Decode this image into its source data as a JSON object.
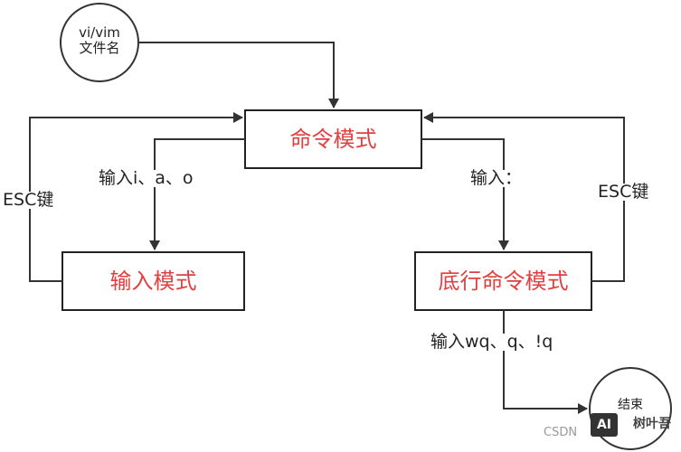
{
  "start": {
    "line1": "vi/vim",
    "line2": "文件名"
  },
  "modes": {
    "command": "命令模式",
    "insert": "输入模式",
    "lastline": "底行命令模式"
  },
  "labels": {
    "to_insert": "输入i、a、o",
    "to_lastline": "输入：",
    "esc_left": "ESC键",
    "esc_right": "ESC键",
    "quit": "输入wq、q、!q"
  },
  "end": {
    "label": "结束"
  },
  "watermark": {
    "csdn": "CSDN",
    "badge": "AI",
    "author": "树叶吾"
  },
  "colors": {
    "mode_text": "#e0403f",
    "line": "#333333",
    "text": "#222222"
  }
}
